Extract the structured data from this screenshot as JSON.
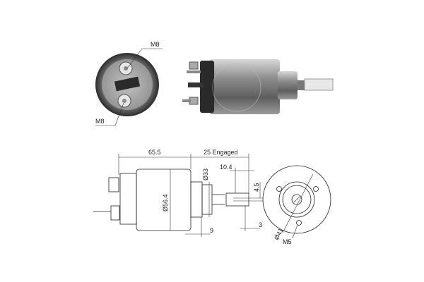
{
  "photo_labels": {
    "terminal_top": "M8",
    "terminal_bottom": "M8"
  },
  "dimensions": {
    "overall_length": "65.5",
    "engaged_travel": "25 Engaged",
    "body_diameter": "Ø56.4",
    "nose_diameter": "Ø33",
    "shaft_length": "10.4",
    "slot_width": "4.5",
    "nose_length": "9",
    "tip_offset": "3",
    "bolt_circle": "Ø41",
    "mount_thread": "M5"
  },
  "colors": {
    "line": "#222222",
    "metal": "#9a9a9a",
    "dark_cap": "#2a2a2a"
  }
}
